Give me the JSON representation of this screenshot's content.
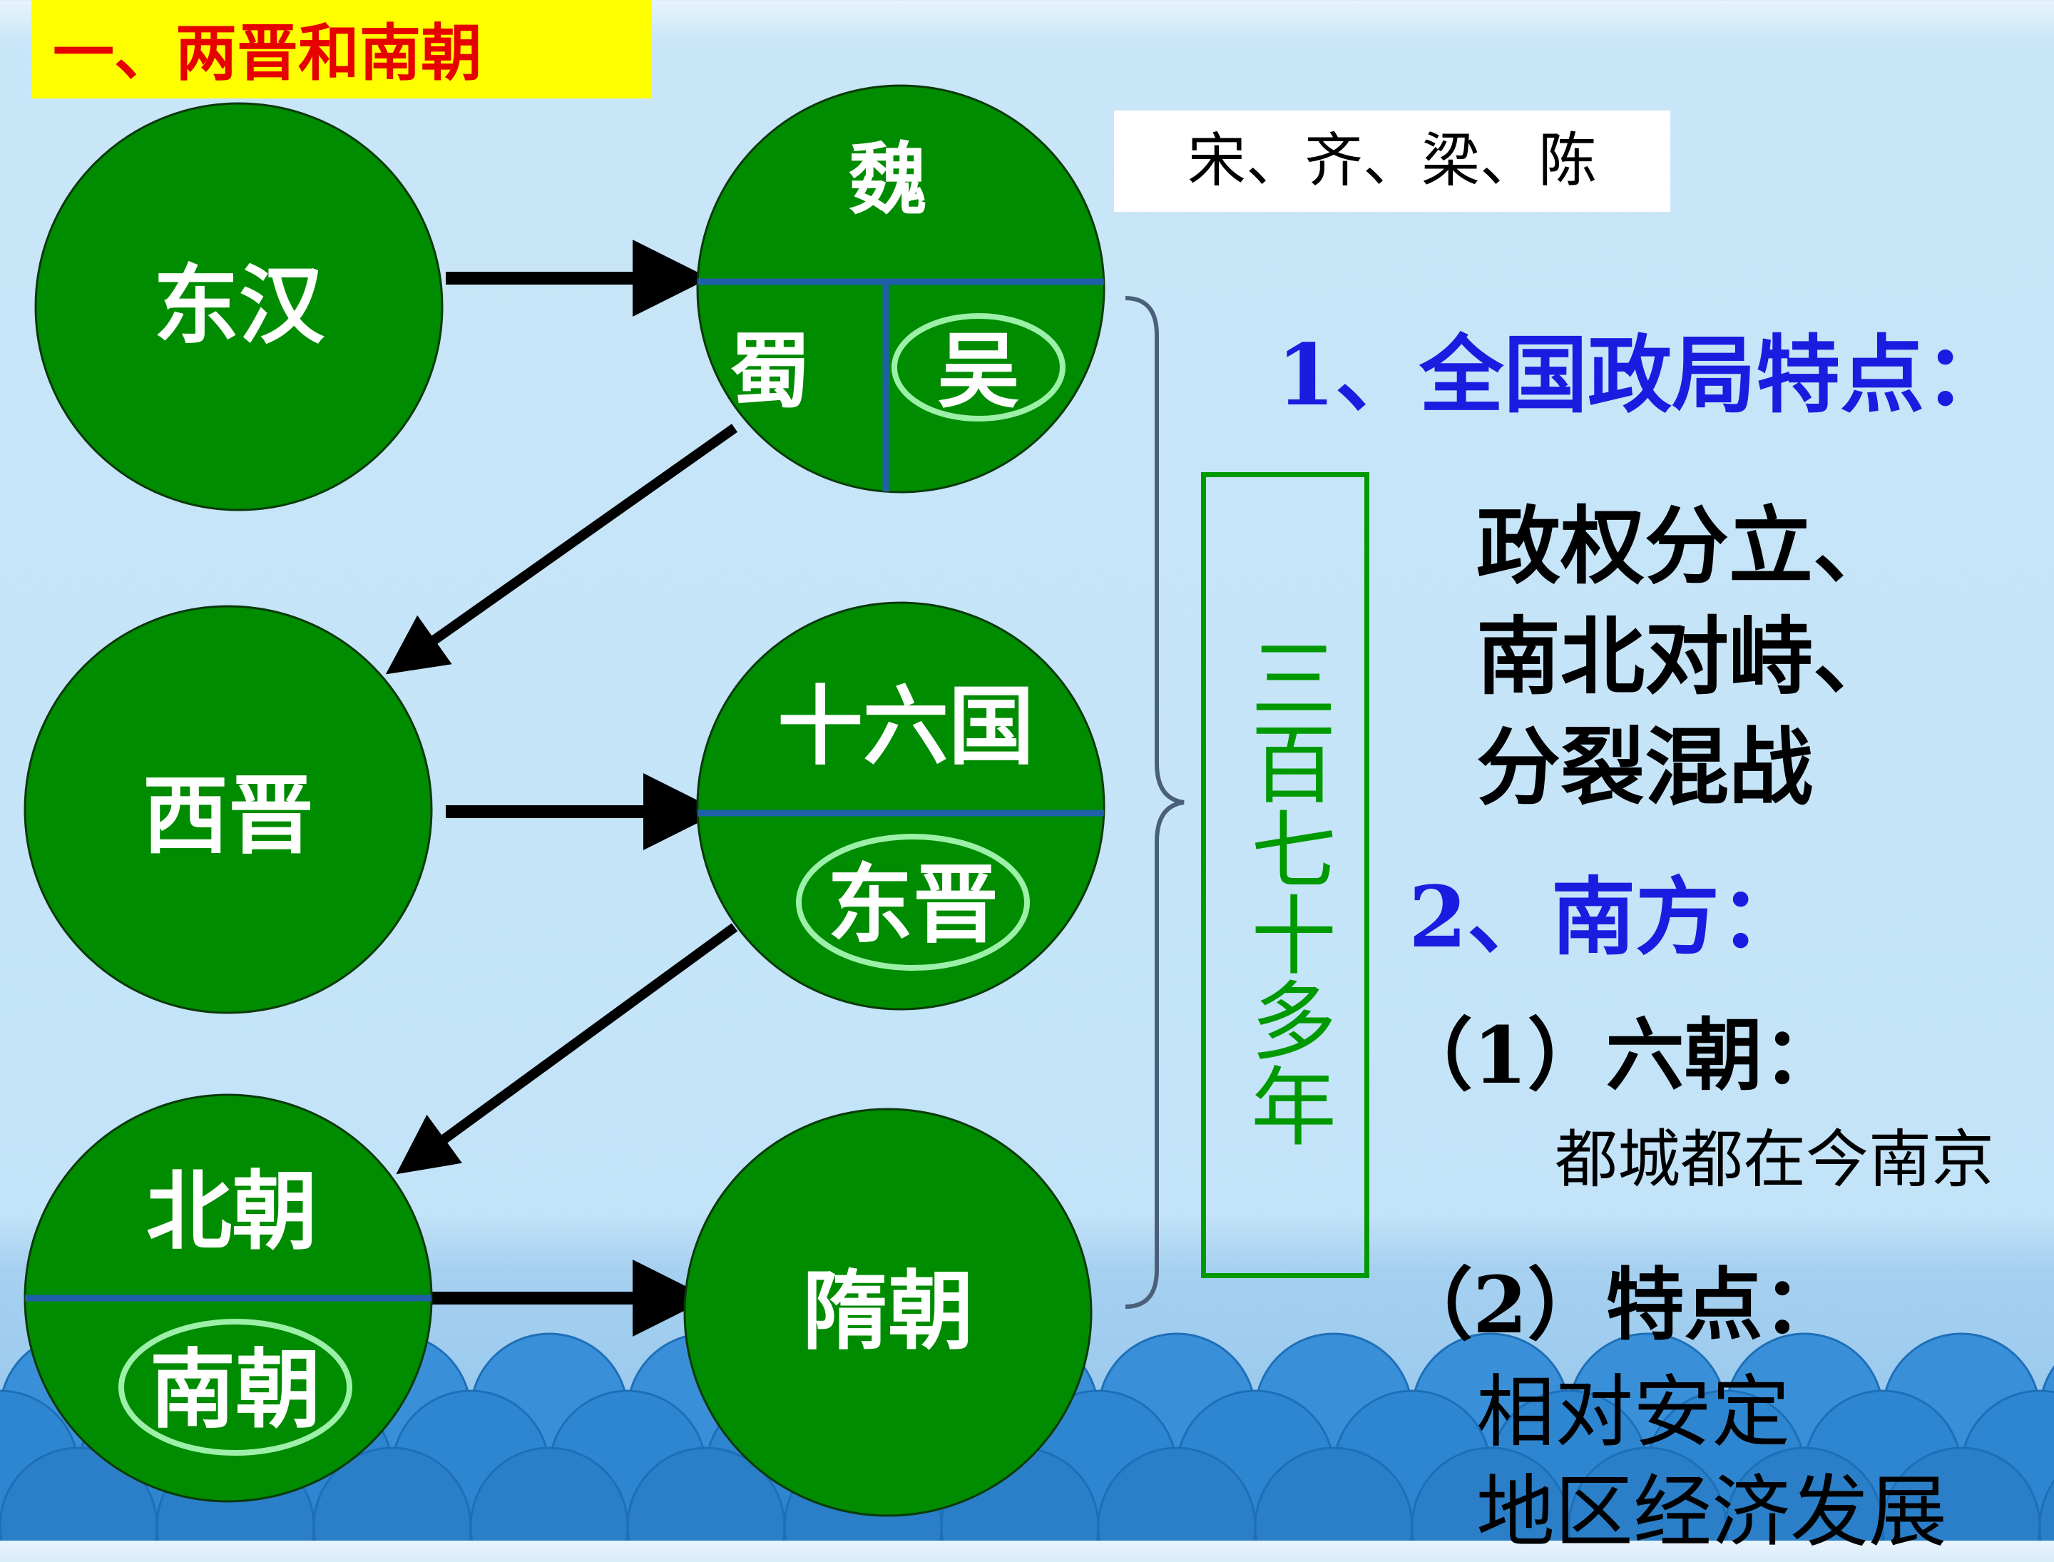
{
  "title": "一、两晋和南朝",
  "south_dynasties": "宋、齐、梁、陈",
  "nodes": {
    "donghan": "东汉",
    "wei": "魏",
    "shu": "蜀",
    "wu": "吴",
    "xijin": "西晋",
    "shiliuguo": "十六国",
    "dongjin": "东晋",
    "beichao": "北朝",
    "nanchao": "南朝",
    "suichao": "隋朝"
  },
  "duration": "三百七十多年",
  "point1": {
    "heading": "1、全国政局特点：",
    "lines": [
      "政权分立、",
      "南北对峙、",
      "分裂混战"
    ]
  },
  "point2": {
    "heading": "2、南方：",
    "sub1_heading": "（1）六朝：",
    "sub1_detail": "都城都在今南京",
    "sub2_heading": "（2）特点：",
    "sub2_lines": [
      "相对安定",
      "地区经济发展"
    ]
  },
  "colors": {
    "node_fill": "#008c00",
    "divider": "#1f5fa8",
    "ellipse_outline": "#9cf0a8",
    "heading_blue": "#1c1ce0",
    "title_bg": "#ffff00",
    "title_text": "#e60000",
    "duration_green": "#009a00"
  }
}
